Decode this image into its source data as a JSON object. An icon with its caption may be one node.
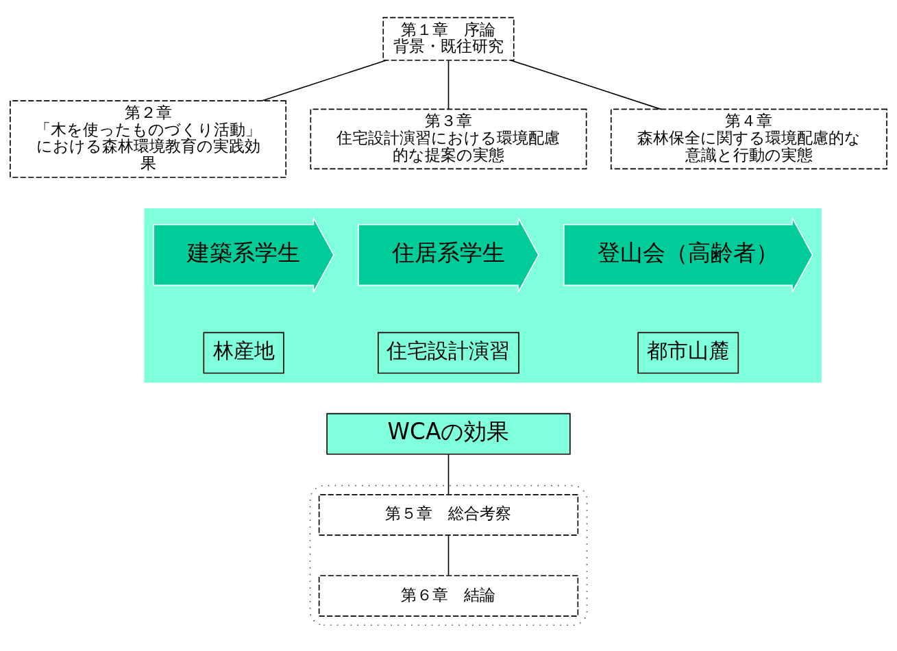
{
  "diagram": {
    "nodes": [
      {
        "text": [
          "第１章　序論",
          "背景・既往研究"
        ]
      },
      {
        "text": [
          "第２章",
          "「木を使ったものづくり活動」における森林環境教育の実践効果"
        ]
      },
      {
        "text": [
          "第３章",
          "住宅設計演習における環境配慮的な提案の実態"
        ]
      },
      {
        "text": [
          "第４章",
          "森林保全に関する環境配慮的な意識と行動の実態"
        ]
      },
      {
        "text": [],
        "shape": "arrow"
      },
      {
        "text": [
          "建築系学生"
        ],
        "in": 4
      },
      {
        "text": [
          "住居系学生"
        ],
        "in": 4
      },
      {
        "text": [
          "登山会（高齢者）"
        ],
        "in": 4
      },
      {
        "text": [
          "林産地"
        ],
        "in": 4
      },
      {
        "text": [
          "住宅設計演習"
        ],
        "in": 4
      },
      {
        "text": [
          "都市山麓"
        ],
        "in": 4
      },
      {
        "text": [],
        "shape": "ellipse"
      },
      {
        "text": [
          "WCAの効果"
        ]
      },
      {
        "text": [
          "第５章　総合考察"
        ],
        "in": 11
      },
      {
        "text": [
          "第６章　結論"
        ],
        "in": 11
      }
    ],
    "edges": [
      {
        "from": 0,
        "to": 1,
        "arrow": "none"
      },
      {
        "from": 0,
        "to": 2,
        "arrow": "none"
      },
      {
        "from": 0,
        "to": 3,
        "arrow": "none"
      },
      {
        "from": 12,
        "to": 13,
        "arrow": "none"
      },
      {
        "from": 13,
        "to": 14,
        "arrow": "none"
      }
    ]
  }
}
